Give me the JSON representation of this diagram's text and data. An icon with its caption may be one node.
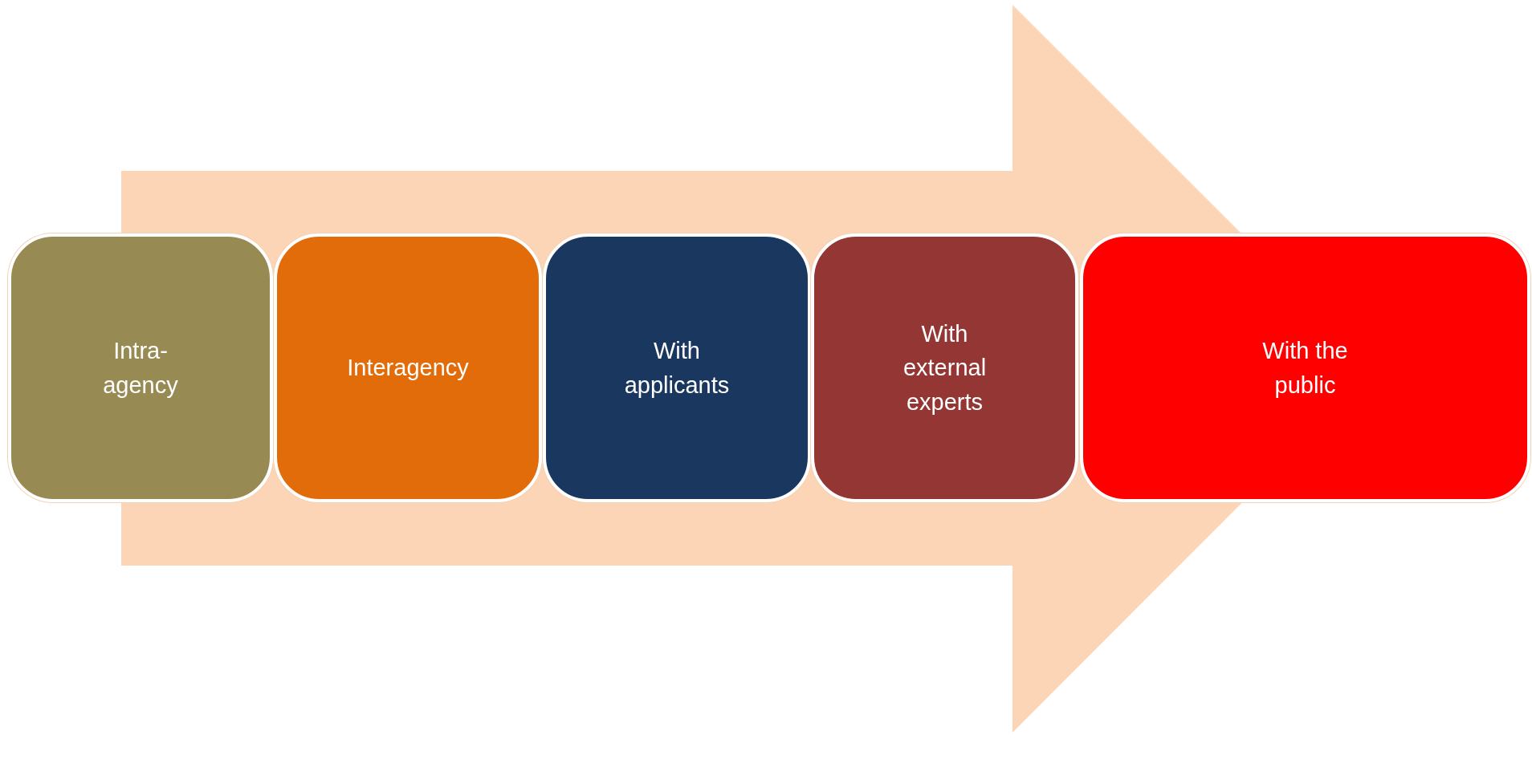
{
  "diagram": {
    "nodes": [
      {
        "text": [
          "Intra- agency"
        ]
      },
      {
        "text": [
          "Interagency"
        ]
      },
      {
        "text": [
          "With applicants"
        ]
      },
      {
        "text": [
          "With external experts"
        ]
      },
      {
        "text": [
          "With the public"
        ]
      }
    ],
    "edges": [
      {
        "from": 0,
        "to": 4,
        "arrow": "to"
      }
    ]
  }
}
